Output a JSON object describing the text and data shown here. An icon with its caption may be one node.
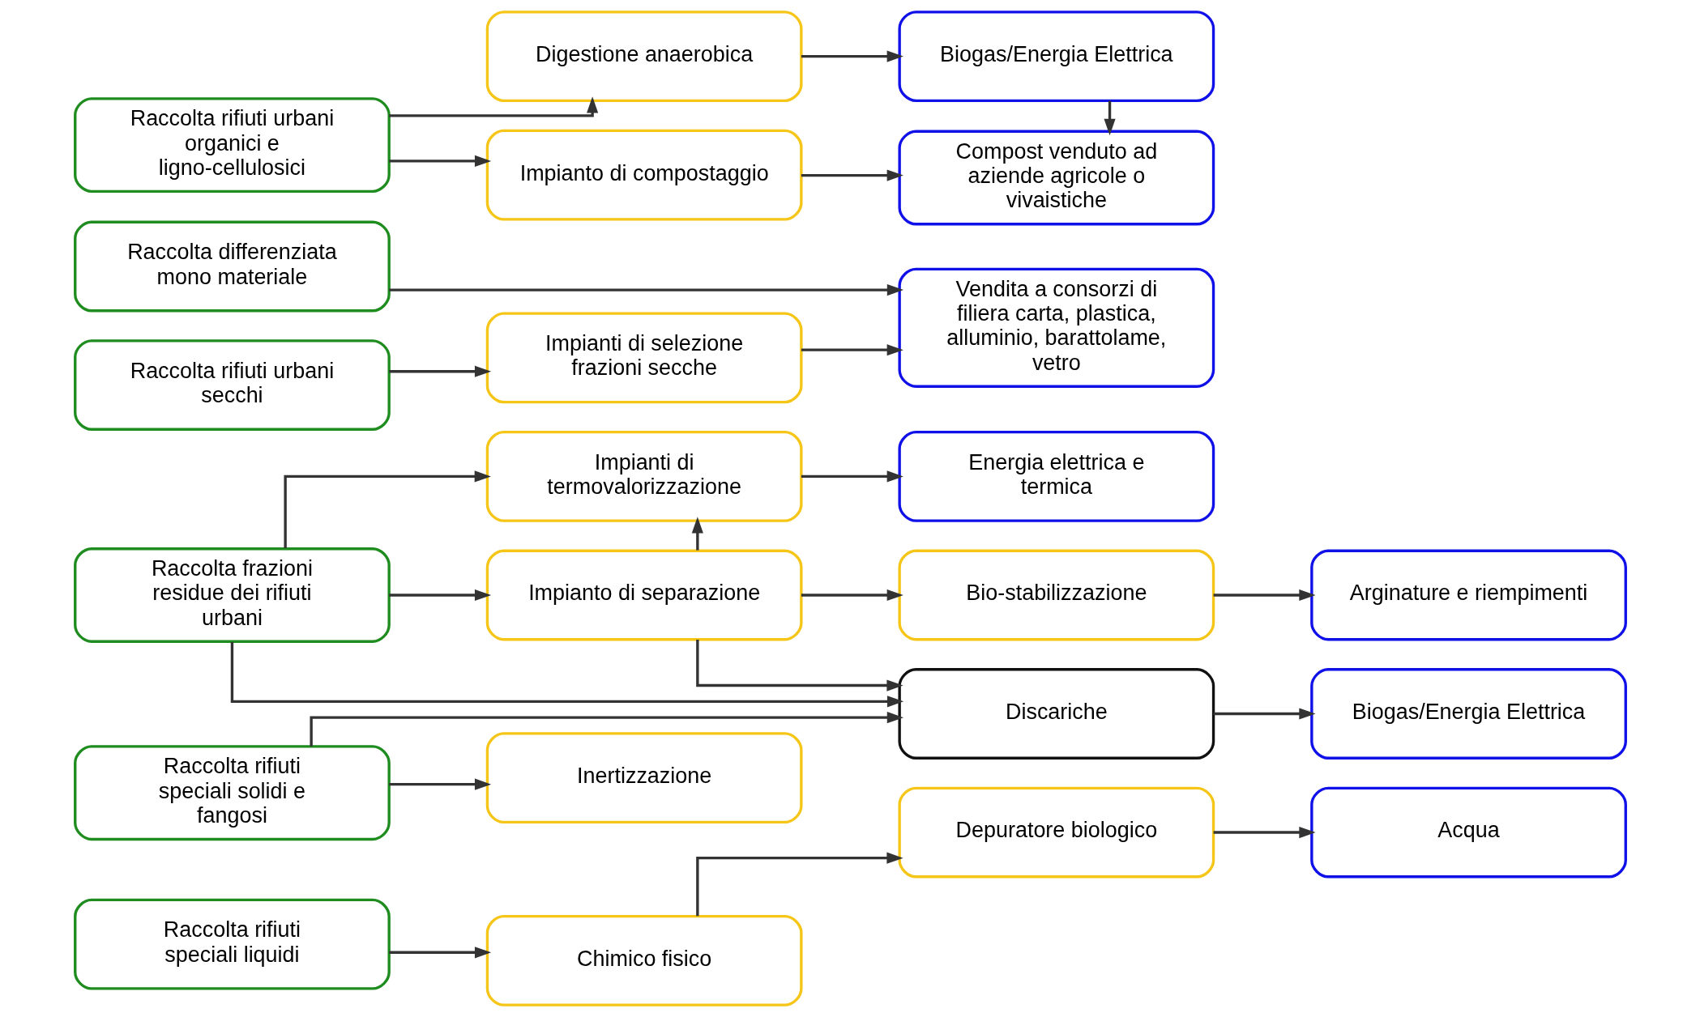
{
  "diagram": {
    "nodes": [
      {
        "text": [
          "Raccolta rifiuti urbani organici e ligno-cellulosici"
        ]
      },
      {
        "text": [
          "Raccolta differenziata mono materiale"
        ]
      },
      {
        "text": [
          "Raccolta rifiuti urbani secchi"
        ]
      },
      {
        "text": [
          "Raccolta frazioni residue dei rifiuti urbani"
        ]
      },
      {
        "text": [
          "Raccolta rifiuti speciali solidi e fangosi"
        ]
      },
      {
        "text": [
          "Raccolta rifiuti speciali liquidi"
        ]
      },
      {
        "text": [
          "Digestione anaerobica"
        ]
      },
      {
        "text": [
          "Impianto di compostaggio"
        ]
      },
      {
        "text": [
          "Impianti di selezione frazioni secche"
        ]
      },
      {
        "text": [
          "Impianti di termovalorizzazione"
        ]
      },
      {
        "text": [
          "Impianto di separazione"
        ]
      },
      {
        "text": [
          "Inertizzazione"
        ]
      },
      {
        "text": [
          "Chimico fisico"
        ]
      },
      {
        "text": [
          "Biogas/Energia Elettrica"
        ]
      },
      {
        "text": [
          "Compost venduto ad aziende agricole o vivaistiche"
        ]
      },
      {
        "text": [
          "Vendita a consorzi di filiera carta, plastica, alluminio, barattolame, vetro"
        ]
      },
      {
        "text": [
          "Energia elettrica e termica"
        ]
      },
      {
        "text": [
          "Bio-stabilizzazione"
        ]
      },
      {
        "text": [
          "Discariche"
        ]
      },
      {
        "text": [
          "Depuratore biologico"
        ]
      },
      {
        "text": [
          "Arginature e riempimenti"
        ]
      },
      {
        "text": [
          "Biogas/Energia Elettrica"
        ]
      },
      {
        "text": [
          "Acqua"
        ]
      }
    ],
    "edges": [
      {
        "from": 0,
        "to": 6,
        "arrow": "to"
      },
      {
        "from": 0,
        "to": 7,
        "arrow": "to"
      },
      {
        "from": 1,
        "to": 15,
        "arrow": "to"
      },
      {
        "from": 2,
        "to": 8,
        "arrow": "to"
      },
      {
        "from": 3,
        "to": 9,
        "arrow": "to"
      },
      {
        "from": 3,
        "to": 10,
        "arrow": "to"
      },
      {
        "from": 3,
        "to": 18,
        "arrow": "to"
      },
      {
        "from": 4,
        "to": 18,
        "arrow": "to"
      },
      {
        "from": 4,
        "to": 11,
        "arrow": "to"
      },
      {
        "from": 5,
        "to": 12,
        "arrow": "to"
      },
      {
        "from": 6,
        "to": 13,
        "arrow": "to"
      },
      {
        "from": 7,
        "to": 14,
        "arrow": "to"
      },
      {
        "from": 13,
        "to": 14,
        "arrow": "to"
      },
      {
        "from": 8,
        "to": 15,
        "arrow": "to"
      },
      {
        "from": 9,
        "to": 16,
        "arrow": "to"
      },
      {
        "from": 10,
        "to": 9,
        "arrow": "to"
      },
      {
        "from": 10,
        "to": 17,
        "arrow": "to"
      },
      {
        "from": 10,
        "to": 18,
        "arrow": "to"
      },
      {
        "from": 12,
        "to": 19,
        "arrow": "to"
      },
      {
        "from": 17,
        "to": 20,
        "arrow": "to"
      },
      {
        "from": 18,
        "to": 21,
        "arrow": "to"
      },
      {
        "from": 19,
        "to": 22,
        "arrow": "to"
      }
    ]
  }
}
